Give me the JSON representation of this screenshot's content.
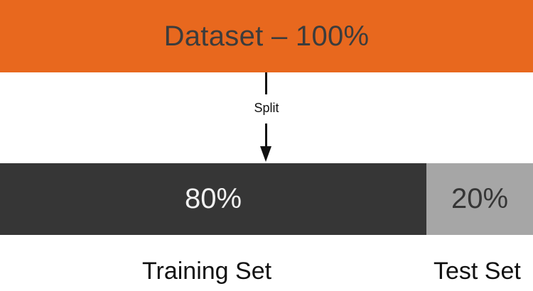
{
  "dataset": {
    "label": "Dataset – 100%",
    "color": "#e8681e"
  },
  "arrow": {
    "label": "Split"
  },
  "split": {
    "training": {
      "fraction": 0.8,
      "percent_label": "80%",
      "name": "Training Set",
      "color": "#363636"
    },
    "test": {
      "fraction": 0.2,
      "percent_label": "20%",
      "name": "Test Set",
      "color": "#a6a6a6"
    }
  }
}
